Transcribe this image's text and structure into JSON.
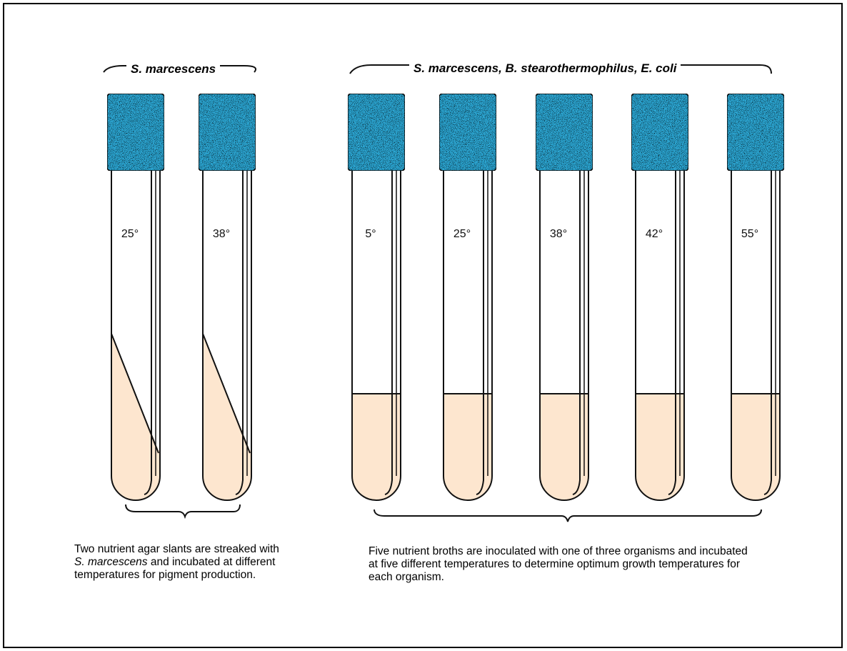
{
  "colors": {
    "cap_fill": "#2fa9d6",
    "medium_fill": "#fde6cf",
    "outline": "#111111"
  },
  "groups": {
    "left": {
      "organism": "S. marcescens",
      "caption_part1": "Two nutrient agar slants are streaked with ",
      "caption_italic": "S. marcescens",
      "caption_part2": " and incubated at different temperatures for pigment production."
    },
    "right": {
      "organisms": "S. marcescens, B. stearothermophilus, E. coli",
      "caption": "Five nutrient broths are inoculated with one of three organisms and incubated at five different temperatures to determine optimum growth temperatures for each organism."
    }
  },
  "tubes": [
    {
      "kind": "slant",
      "label": "25°"
    },
    {
      "kind": "slant",
      "label": "38°"
    },
    {
      "kind": "broth",
      "label": "5°"
    },
    {
      "kind": "broth",
      "label": "25°"
    },
    {
      "kind": "broth",
      "label": "38°"
    },
    {
      "kind": "broth",
      "label": "42°"
    },
    {
      "kind": "broth",
      "label": "55°"
    }
  ]
}
